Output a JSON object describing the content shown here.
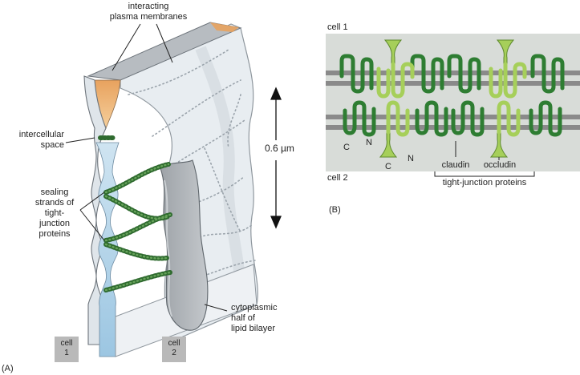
{
  "panel_a": {
    "panel_label": "(A)",
    "labels": {
      "interacting_membranes": [
        "interacting",
        "plasma membranes"
      ],
      "intercellular_space": [
        "intercellular",
        "space"
      ],
      "sealing_strands": [
        "sealing",
        "strands of",
        "tight-",
        "junction",
        "proteins"
      ],
      "scale": "0.6 µm",
      "cytoplasmic": [
        "cytoplasmic",
        "half of",
        "lipid bilayer"
      ],
      "cell1": [
        "cell",
        "1"
      ],
      "cell2": [
        "cell",
        "2"
      ]
    }
  },
  "panel_b": {
    "panel_label": "(B)",
    "cell_top": "cell 1",
    "cell_bottom": "cell 2",
    "terminals": {
      "c_left": "C",
      "n_left": "N",
      "c_mid": "C",
      "n_mid": "N"
    },
    "claudin": "claudin",
    "occludin": "occludin",
    "group": "tight-junction proteins"
  },
  "colors": {
    "claudin": "#2e7d32",
    "occludin": "#a6cf5a",
    "membrane": "#8a8a8a",
    "panel_bg": "#d8dcd8",
    "intercellular": "#e39a5a",
    "cell_fluid": "#a9cfe6"
  }
}
